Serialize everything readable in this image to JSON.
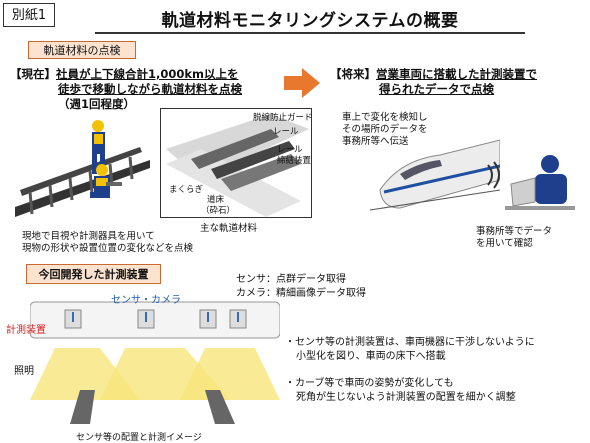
{
  "header": {
    "tag": "別紙1",
    "title": "軌道材料モニタリングシステムの概要"
  },
  "section1": {
    "label": "軌道材料の点検",
    "current": {
      "prefix": "【現在】",
      "line1": "社員が上下線合計1,000km以上を",
      "line2": "徒歩で移動しながら軌道材料を点検",
      "line3": "（週1回程度）",
      "caption_line1": "現地で目視や計測器具を用いて",
      "caption_line2": "現物の形状や設置位置の変化などを点検"
    },
    "diagram": {
      "label_guard": "脱線防止ガード",
      "label_rail": "レール",
      "label_fastener_1": "レール",
      "label_fastener_2": "締結装置",
      "label_sleeper": "まくらぎ",
      "label_ballast_1": "道床",
      "label_ballast_2": "（砕石）",
      "caption": "主な軌道材料"
    },
    "future": {
      "prefix": "【将来】",
      "line1": "営業車両に搭載した計測装置で",
      "line2": "得られたデータで点検",
      "note_line1": "車上で変化を検知し",
      "note_line2": "その場所のデータを",
      "note_line3": "事務所等へ伝送",
      "office_line1": "事務所等でデータ",
      "office_line2": "を用いて確認"
    }
  },
  "section2": {
    "label": "今回開発した計測装置",
    "spec_line1": "センサ：点群データ取得",
    "spec_line2": "カメラ：精細画像データ取得",
    "label_sensor_camera": "センサ・カメラ",
    "label_device": "計測装置",
    "label_light": "照明",
    "caption": "センサ等の配置と計測イメージ",
    "bullet1_line1": "・センサ等の計測装置は、車両機器に干渉しないように",
    "bullet1_line2": "小型化を図り、車両の床下へ搭載",
    "bullet2_line1": "・カーブ等で車両の姿勢が変化しても",
    "bullet2_line2": "死角が生じないよう計測装置の配置を細かく調整"
  },
  "colors": {
    "accent_orange": "#e8782e",
    "box_fill": "#fbe3cf",
    "sensor_blue": "#1f5fb0",
    "device_red": "#d42020",
    "light_yellow": "#f7e67a"
  }
}
